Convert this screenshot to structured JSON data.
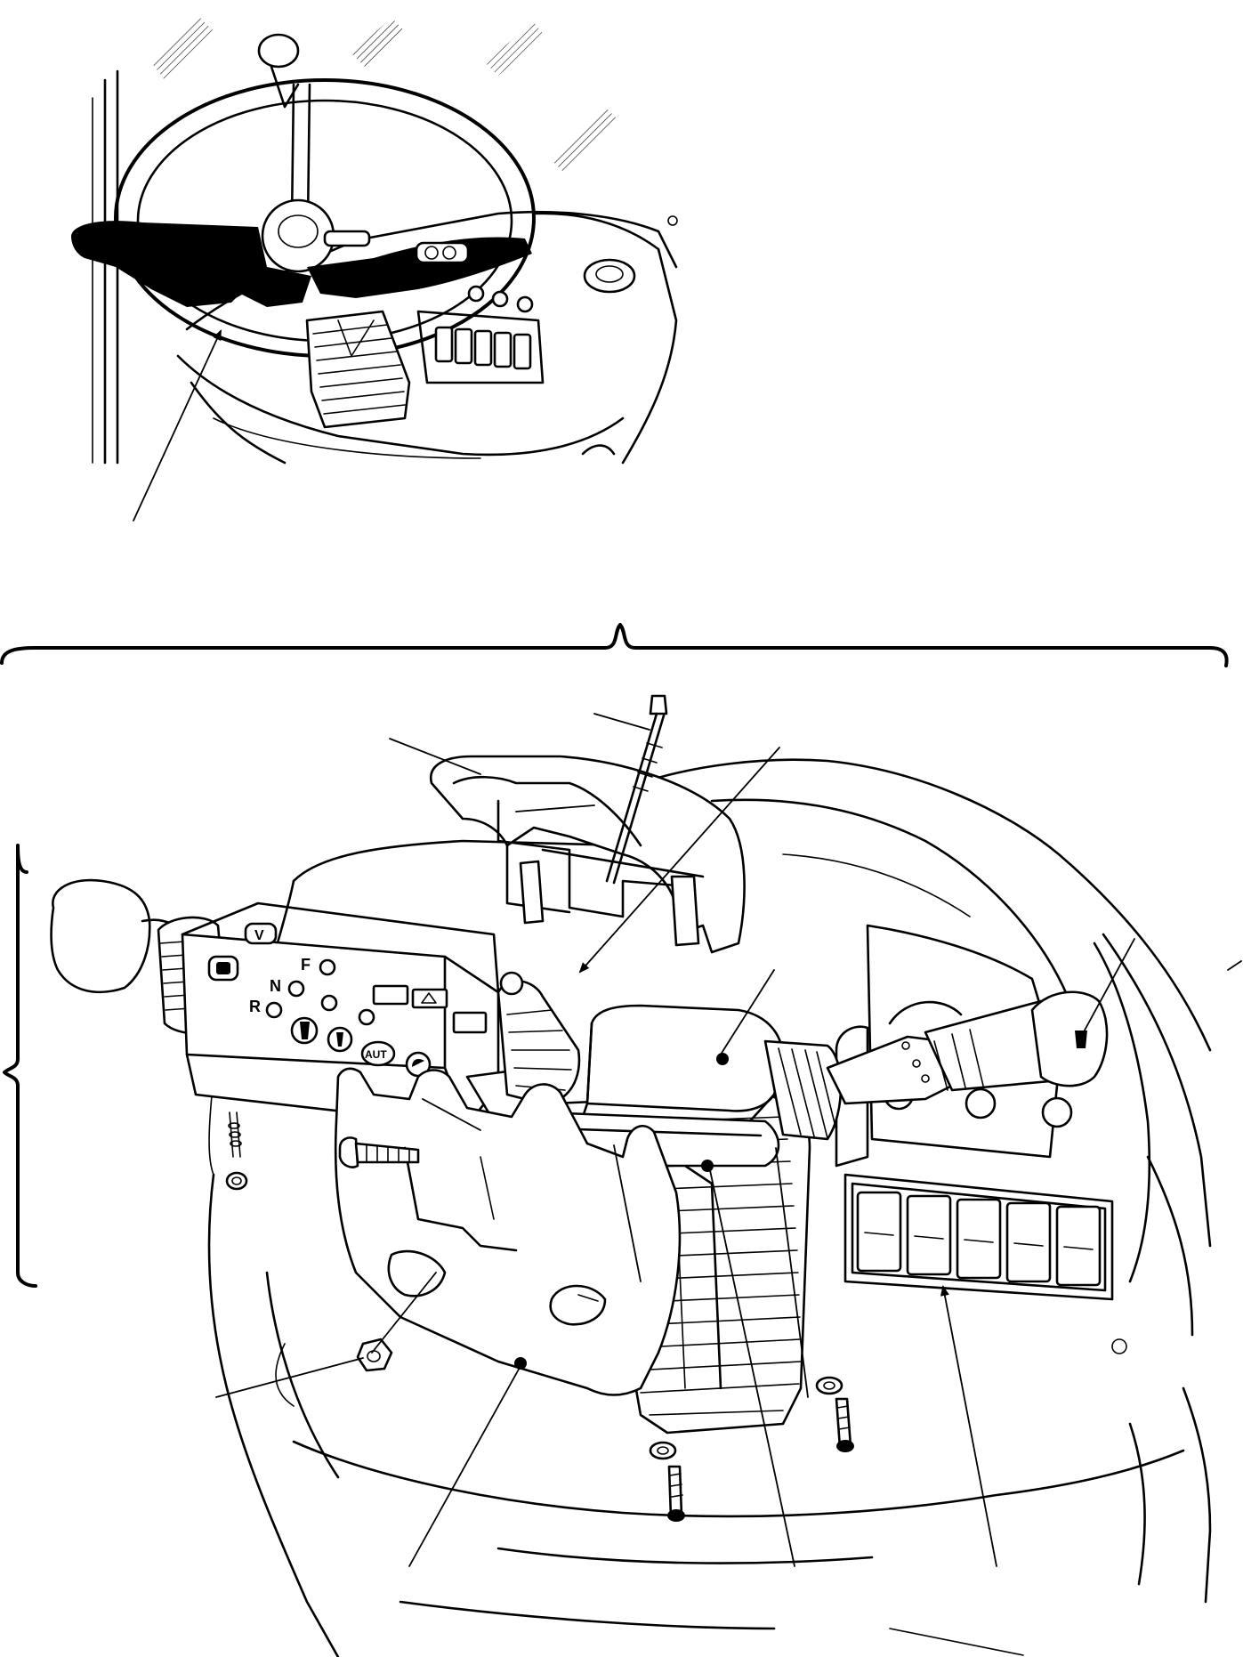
{
  "panel_labels": {
    "fnr": [
      "F",
      "N",
      "R"
    ],
    "aut": "AUT",
    "v": "V"
  }
}
